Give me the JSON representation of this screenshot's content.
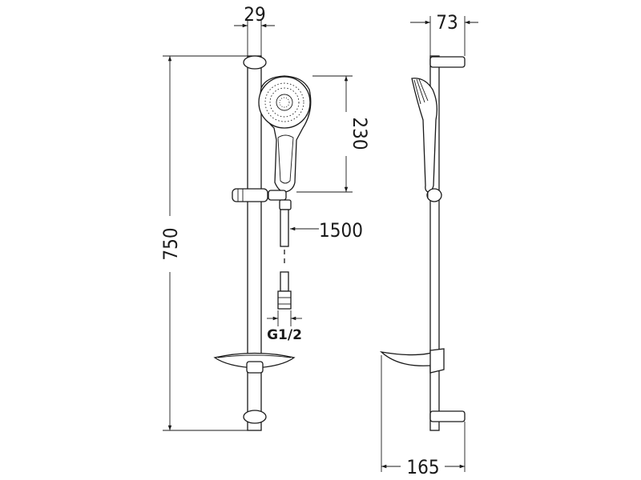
{
  "dimensions": {
    "bar_width": "29",
    "depth": "73",
    "head_length": "230",
    "hose_length": "1500",
    "bar_length": "750",
    "dish_projection": "165"
  },
  "labels": {
    "connection": "G1/2"
  }
}
